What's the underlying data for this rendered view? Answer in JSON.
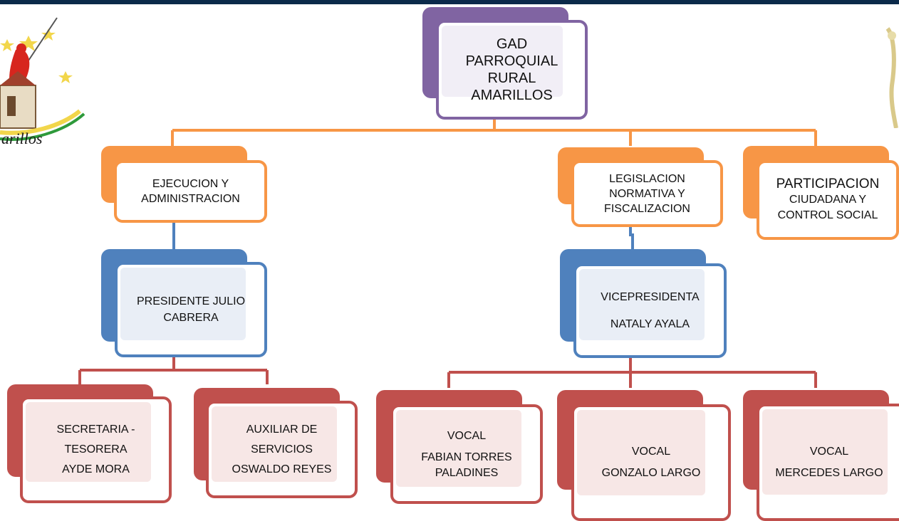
{
  "root": {
    "lines": [
      "GAD",
      "PARROQUIAL",
      "RURAL",
      "AMARILLOS"
    ]
  },
  "level1": [
    {
      "lines": [
        "EJECUCION Y",
        "ADMINISTRACION"
      ]
    },
    {
      "lines": [
        "LEGISLACION",
        "NORMATIVA Y",
        "FISCALIZACION"
      ]
    },
    {
      "lines": [
        "PARTICIPACION",
        "CIUDADANA Y",
        "CONTROL SOCIAL"
      ]
    }
  ],
  "level2": [
    {
      "lines": [
        "PRESIDENTE JULIO",
        "CABRERA"
      ]
    },
    {
      "lines": [
        "VICEPRESIDENTA",
        "NATALY AYALA"
      ]
    }
  ],
  "level3": [
    {
      "lines": [
        "SECRETARIA -",
        "TESORERA",
        "AYDE MORA"
      ]
    },
    {
      "lines": [
        "AUXILIAR DE",
        "SERVICIOS",
        "OSWALDO REYES"
      ]
    },
    {
      "lines": [
        "VOCAL",
        "FABIAN TORRES",
        "PALADINES"
      ]
    },
    {
      "lines": [
        "VOCAL",
        "GONZALO LARGO"
      ]
    },
    {
      "lines": [
        "VOCAL",
        "MERCEDES LARGO"
      ]
    }
  ],
  "logo": {
    "text": "arillos"
  },
  "colors": {
    "purple": "#8064a2",
    "orange": "#f79646",
    "blue": "#4f81bd",
    "red": "#c0504d",
    "topbar": "#0b2a4a"
  }
}
